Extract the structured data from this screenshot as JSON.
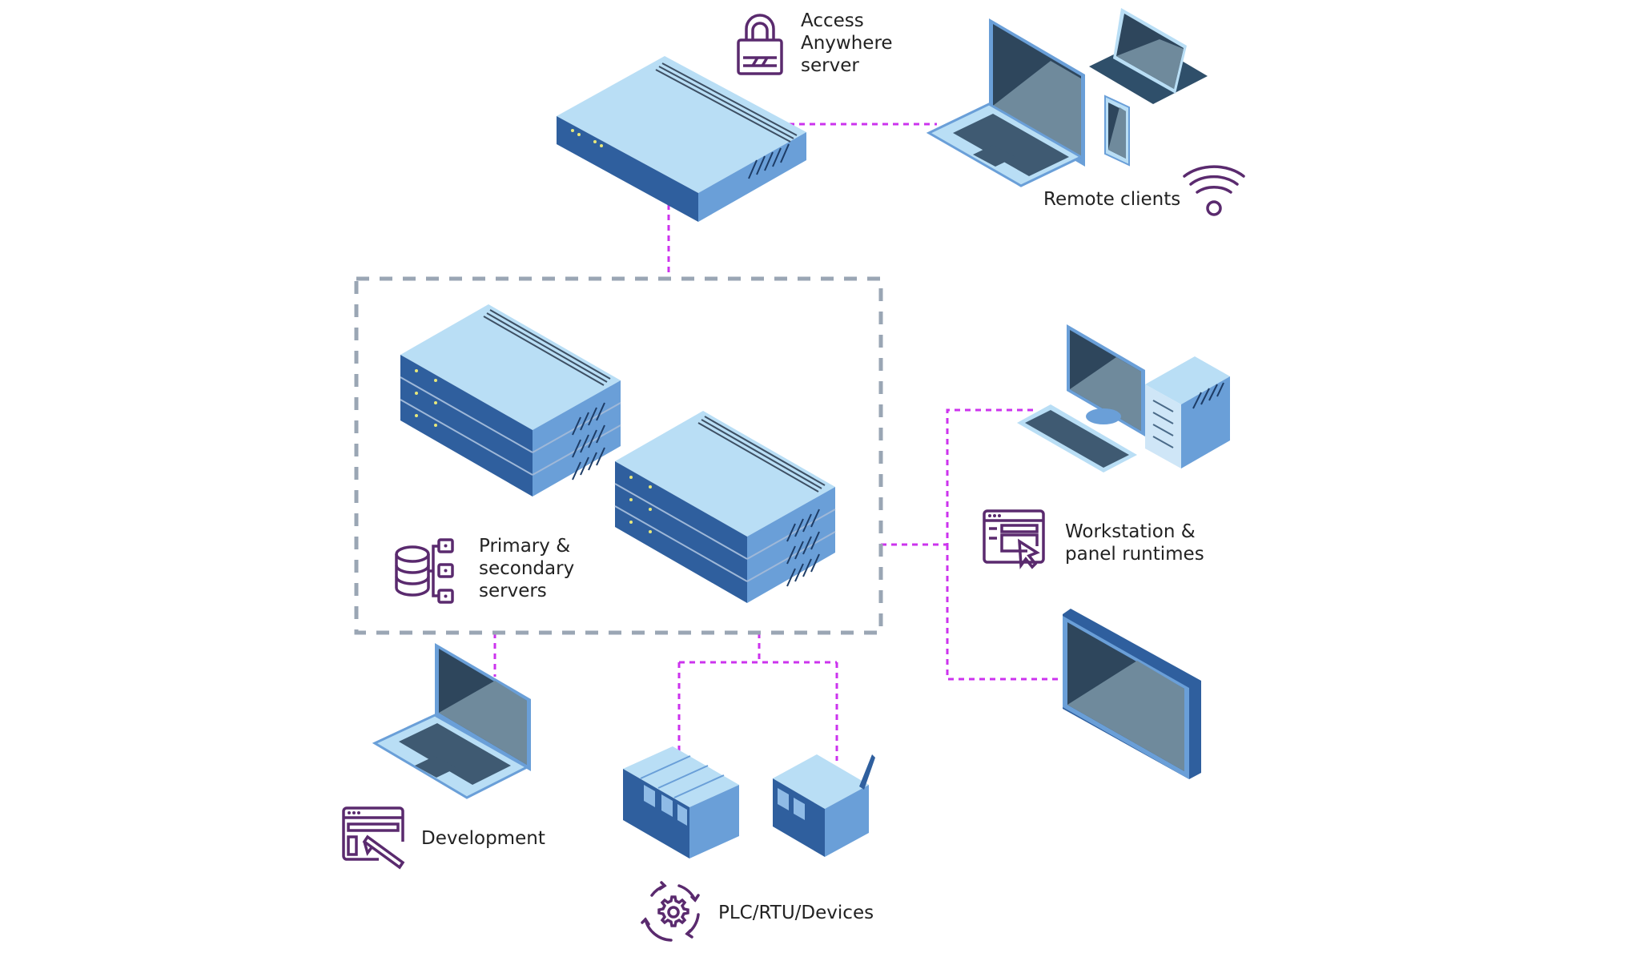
{
  "diagram": {
    "nodes": {
      "access_anywhere": {
        "label_lines": [
          "Access",
          "Anywhere",
          "server"
        ],
        "icon": "padlock-icon"
      },
      "remote_clients": {
        "label": "Remote clients",
        "icon": "wifi-icon",
        "devices": [
          "laptop",
          "tablet",
          "smartphone"
        ]
      },
      "primary_secondary": {
        "label_lines": [
          "Primary &",
          "secondary",
          "servers"
        ],
        "icon": "database-hierarchy-icon"
      },
      "workstation": {
        "label_lines": [
          "Workstation &",
          "panel runtimes"
        ],
        "icon": "window-cursor-icon",
        "devices": [
          "desktop-pc",
          "panel-display"
        ]
      },
      "development": {
        "label": "Development",
        "icon": "window-pencil-icon",
        "devices": [
          "laptop"
        ]
      },
      "plc": {
        "label": "PLC/RTU/Devices",
        "icon": "gear-cycle-icon",
        "devices": [
          "plc-rack",
          "rtu-with-antenna"
        ]
      }
    },
    "edges": [
      [
        "access_anywhere_server",
        "remote_clients"
      ],
      [
        "access_anywhere_server",
        "primary_secondary"
      ],
      [
        "primary_secondary",
        "workstation_desktop"
      ],
      [
        "primary_secondary",
        "workstation_panel"
      ],
      [
        "primary_secondary",
        "development"
      ],
      [
        "primary_secondary",
        "plc"
      ],
      [
        "primary_secondary",
        "rtu"
      ]
    ],
    "colors": {
      "connector": "#cc33ee",
      "group_border": "#9aa6b4",
      "icon_stroke": "#5a2a6e",
      "device_light": "#b9def5",
      "device_mid": "#6a9fd8",
      "device_dark": "#2f5f9e",
      "screen_dark": "#2e465c",
      "screen_light": "#6f8a9c"
    }
  }
}
